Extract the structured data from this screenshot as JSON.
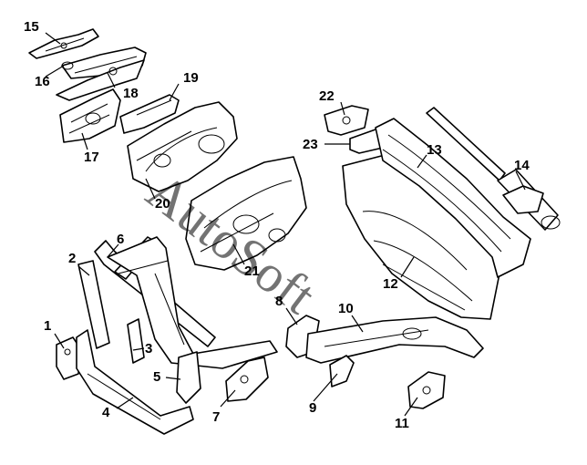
{
  "watermark": "AutoSoft",
  "callouts": [
    {
      "id": "15",
      "label": "15"
    },
    {
      "id": "16",
      "label": "16"
    },
    {
      "id": "18",
      "label": "18"
    },
    {
      "id": "19",
      "label": "19"
    },
    {
      "id": "17",
      "label": "17"
    },
    {
      "id": "20",
      "label": "20"
    },
    {
      "id": "22",
      "label": "22"
    },
    {
      "id": "23",
      "label": "23"
    },
    {
      "id": "13",
      "label": "13"
    },
    {
      "id": "14",
      "label": "14"
    },
    {
      "id": "21",
      "label": "21"
    },
    {
      "id": "12",
      "label": "12"
    },
    {
      "id": "2",
      "label": "2"
    },
    {
      "id": "6",
      "label": "6"
    },
    {
      "id": "1",
      "label": "1"
    },
    {
      "id": "3",
      "label": "3"
    },
    {
      "id": "5",
      "label": "5"
    },
    {
      "id": "4",
      "label": "4"
    },
    {
      "id": "7",
      "label": "7"
    },
    {
      "id": "8",
      "label": "8"
    },
    {
      "id": "10",
      "label": "10"
    },
    {
      "id": "9",
      "label": "9"
    },
    {
      "id": "11",
      "label": "11"
    }
  ]
}
